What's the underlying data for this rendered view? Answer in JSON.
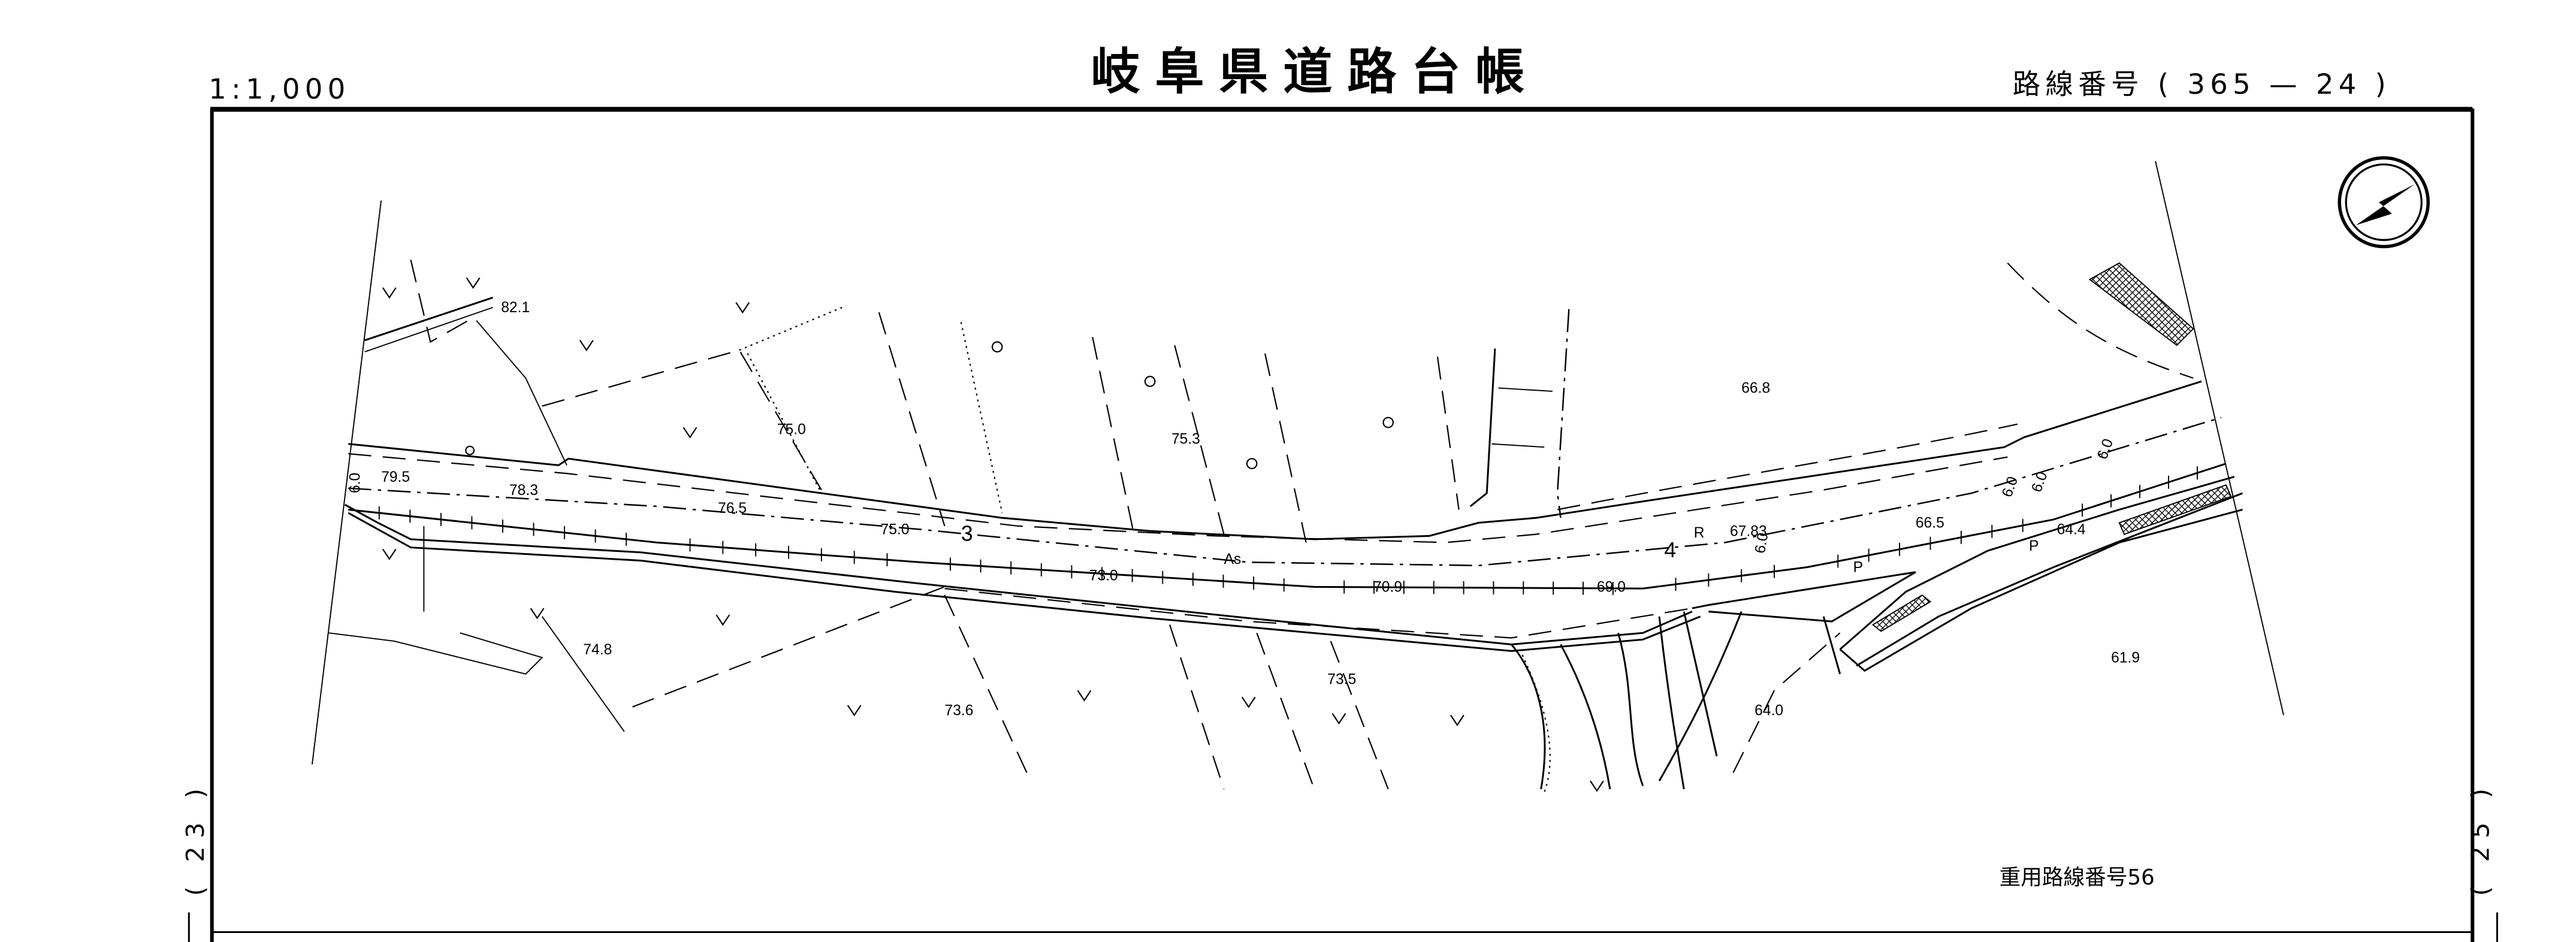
{
  "header": {
    "scale": "1:1,000",
    "title": "岐阜県道路台帳",
    "route_number": "路線番号 ( 365 — 24 )"
  },
  "sheet_refs": {
    "left": "( 23 )",
    "right": "( 25 )"
  },
  "note": "重用路線番号56",
  "map": {
    "elevations": [
      "82.1",
      "79.5",
      "78.3",
      "76.5",
      "75.0",
      "75.3",
      "75.0",
      "73.0",
      "70.9",
      "69.0",
      "67.83",
      "66.8",
      "66.5",
      "64.4",
      "64.0",
      "61.9",
      "74.8",
      "73.6",
      "73.5"
    ],
    "stations": [
      "3",
      "4"
    ],
    "pavement": "As",
    "widths": [
      "6.0",
      "6.0",
      "6.0",
      "6.0",
      "6.0"
    ],
    "markers": [
      "R",
      "P",
      "P"
    ]
  },
  "north_arrow": "north-arrow-icon"
}
